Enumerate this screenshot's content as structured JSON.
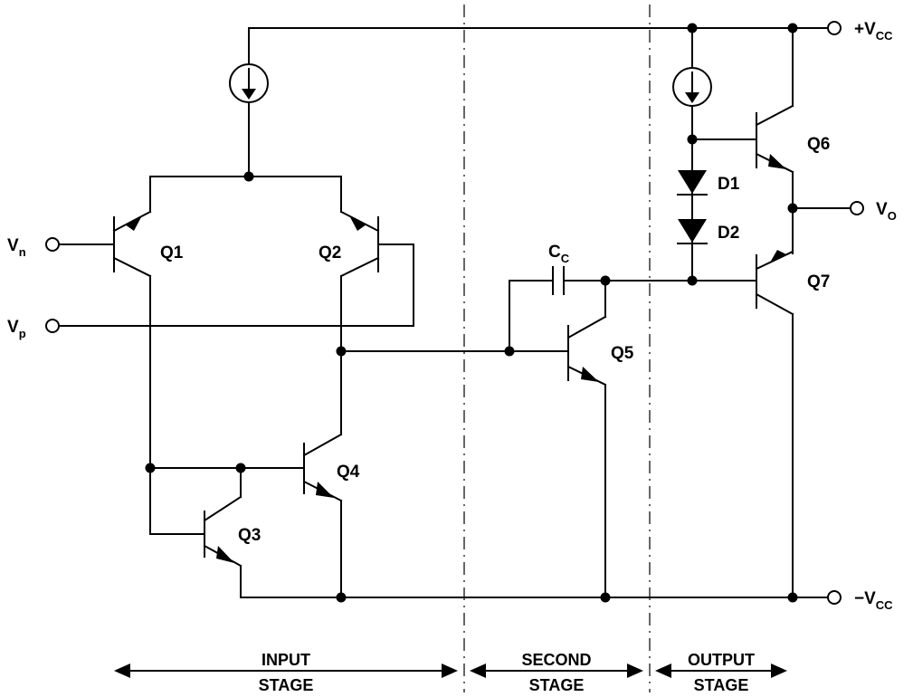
{
  "supply": {
    "vcc_pos_prefix": "+V",
    "vcc_pos_sub": "CC",
    "vcc_neg_prefix": "−V",
    "vcc_neg_sub": "CC"
  },
  "inputs": {
    "vn_base": "V",
    "vn_sub": "n",
    "vp_base": "V",
    "vp_sub": "p"
  },
  "output": {
    "vo_base": "V",
    "vo_sub": "O"
  },
  "transistors": [
    "Q1",
    "Q2",
    "Q3",
    "Q4",
    "Q5",
    "Q6",
    "Q7"
  ],
  "diodes": [
    "D1",
    "D2"
  ],
  "capacitor": {
    "base": "C",
    "sub": "C"
  },
  "stages": {
    "input_l1": "INPUT",
    "input_l2": "STAGE",
    "second_l1": "SECOND",
    "second_l2": "STAGE",
    "output_l1": "OUTPUT",
    "output_l2": "STAGE"
  }
}
